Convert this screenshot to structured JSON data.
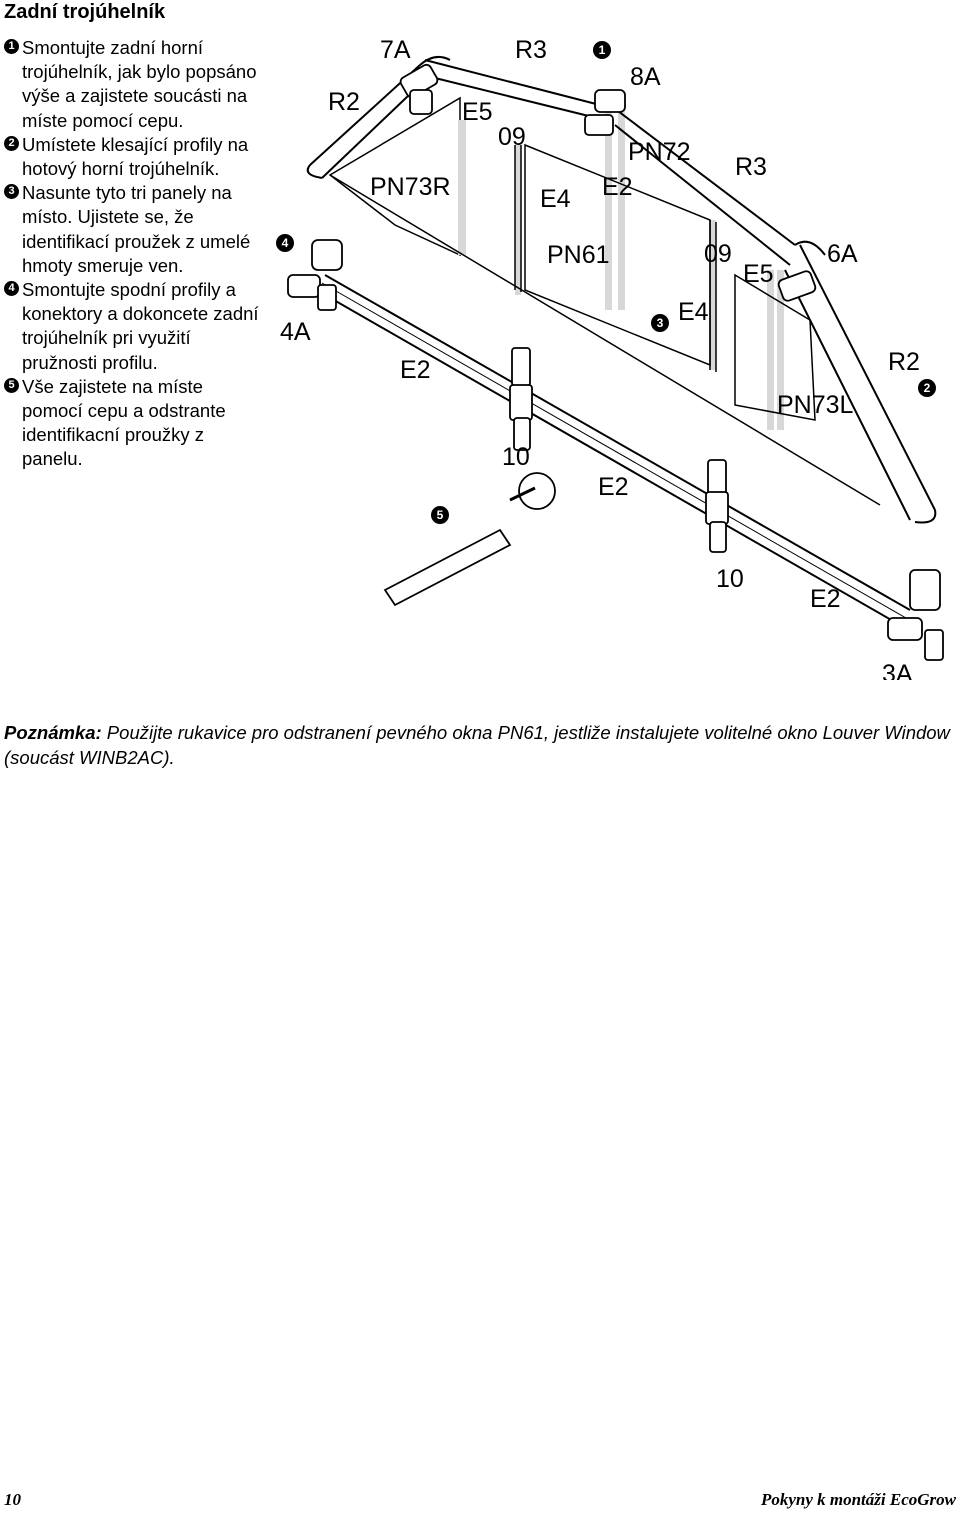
{
  "title": "Zadní trojúhelník",
  "steps": [
    {
      "num": "1",
      "text": "Smontujte zadní horní trojúhelník, jak bylo popsáno výše a zajistete soucásti na míste pomocí cepu."
    },
    {
      "num": "2",
      "text": "Umístete klesající profily na hotový horní trojúhelník."
    },
    {
      "num": "3",
      "text": "Nasunte tyto tri panely na místo. Ujistete se, že identifikací proužek z umelé hmoty smeruje ven."
    },
    {
      "num": "4",
      "text": "Smontujte spodní profily a konektory a dokoncete zadní trojúhelník pri využití pružnosti profilu."
    },
    {
      "num": "5",
      "text": "Vše zajistete na míste pomocí cepu a odstrante identifikacní proužky z panelu."
    }
  ],
  "diagram": {
    "labels": {
      "a7": "7A",
      "r3_top": "R3",
      "a8": "8A",
      "r2_left": "R2",
      "e5_left": "E5",
      "o9_left": "09",
      "pn72": "PN72",
      "r3_right": "R3",
      "pn73r": "PN73R",
      "e2_top": "E2",
      "e4_left": "E4",
      "pn61": "PN61",
      "o9_right": "09",
      "e5_right": "E5",
      "a6": "6A",
      "e4_right": "E4",
      "a4": "4A",
      "e2_left": "E2",
      "r2_right": "R2",
      "pn73l": "PN73L",
      "ten_left": "10",
      "e2_mid": "E2",
      "ten_right": "10",
      "e2_right": "E2",
      "a3": "3A"
    },
    "badges": {
      "b1": "1",
      "b2": "2",
      "b3": "3",
      "b4": "4",
      "b5": "5"
    }
  },
  "note": {
    "label": "Poznámka:",
    "text": " Použijte rukavice pro odstranení pevného okna PN61, jestliže instalujete volitelné okno Louver Window (soucást WINB2AC)."
  },
  "footer": {
    "page_number": "10",
    "doc_title": "Pokyny k montáži EcoGrow"
  }
}
